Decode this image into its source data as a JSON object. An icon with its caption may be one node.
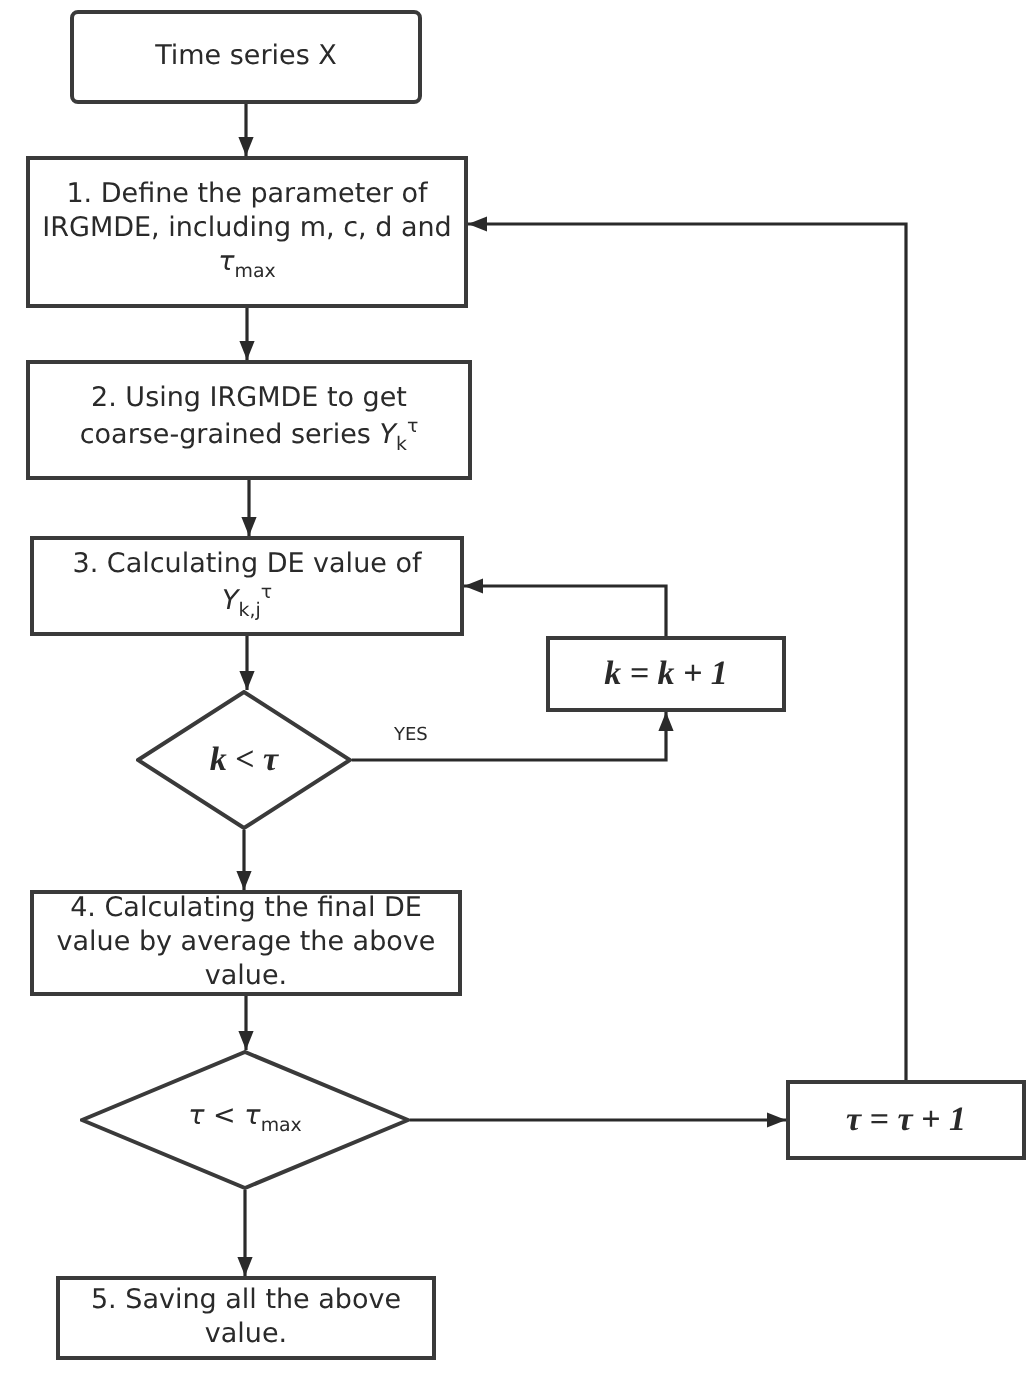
{
  "diagram": {
    "nodes": [
      {
        "text": [
          "Time series X"
        ]
      },
      {
        "text": [
          "1. Define the parameter of IRGMDE, including m, c, d and *τ*$_{max}$"
        ]
      },
      {
        "text": [
          "2. Using IRGMDE to get coarse-grained series *Y*$_{k}$$^{τ}$"
        ]
      },
      {
        "text": [
          "3. Calculating DE value of *Y*$_{k,j}$$^{τ}$"
        ]
      },
      {
        "text": [
          "k < τ"
        ]
      },
      {
        "text": [
          "k = k + 1"
        ]
      },
      {
        "text": [
          "4. Calculating the final DE value by average the above value."
        ]
      },
      {
        "text": [
          "*τ* < *τ*$_{max}$"
        ]
      },
      {
        "text": [
          "τ = τ + 1"
        ]
      },
      {
        "text": [
          "5. Saving all the above value."
        ]
      }
    ],
    "edges": [
      {
        "from": 0,
        "to": 1,
        "arrow": "to"
      },
      {
        "from": 1,
        "to": 2,
        "arrow": "to"
      },
      {
        "from": 2,
        "to": 3,
        "arrow": "to"
      },
      {
        "from": 3,
        "to": 4,
        "arrow": "to"
      },
      {
        "from": 4,
        "to": 5,
        "arrow": "to",
        "label": "YES"
      },
      {
        "from": 5,
        "to": 3,
        "arrow": "to"
      },
      {
        "from": 4,
        "to": 6,
        "arrow": "to"
      },
      {
        "from": 6,
        "to": 7,
        "arrow": "to"
      },
      {
        "from": 7,
        "to": 8,
        "arrow": "to"
      },
      {
        "from": 8,
        "to": 1,
        "arrow": "to"
      },
      {
        "from": 7,
        "to": 9,
        "arrow": "to"
      }
    ]
  }
}
